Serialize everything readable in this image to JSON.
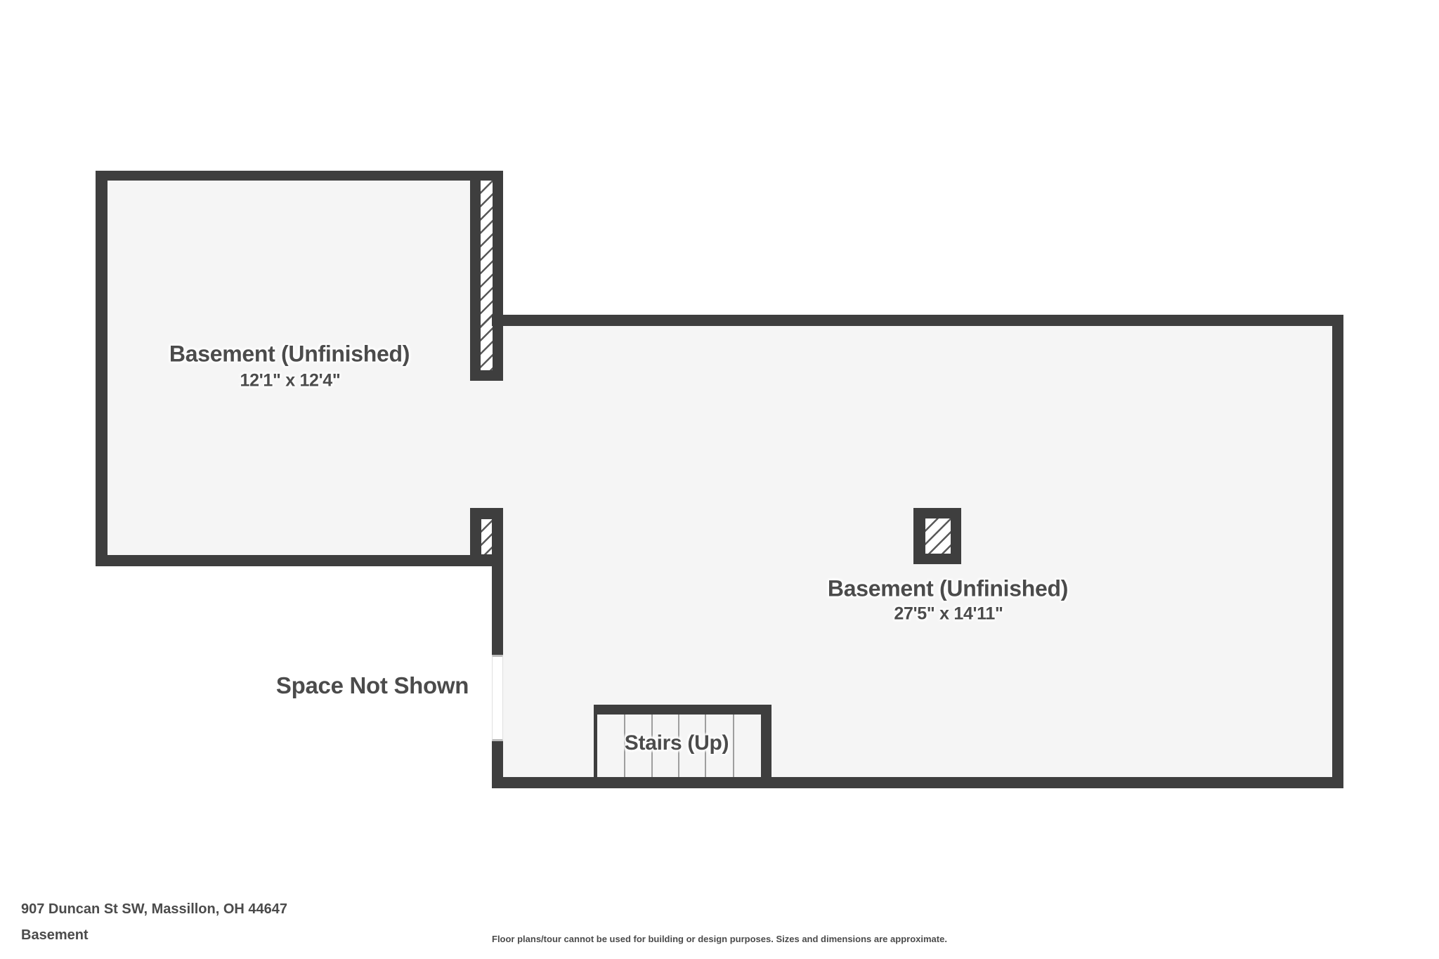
{
  "colors": {
    "wall": "#3e3e3e",
    "floor": "#f5f5f5",
    "text": "#4b4b4b",
    "hatch_line": "#585858",
    "tread_line": "#9e9e9e",
    "door_edge": "#bdbdbd",
    "background": "#ffffff"
  },
  "rooms": {
    "left": {
      "label": "Basement (Unfinished)",
      "dimensions": "12'1\" x 12'4\""
    },
    "right": {
      "label": "Basement (Unfinished)",
      "dimensions": "27'5\" x 14'11\""
    }
  },
  "annotations": {
    "space_not_shown": "Space Not Shown",
    "stairs": "Stairs (Up)"
  },
  "footer": {
    "address": "907 Duncan St SW, Massillon, OH 44647",
    "floor_name": "Basement",
    "disclaimer": "Floor plans/tour cannot be used for building or design purposes. Sizes and dimensions are approximate."
  }
}
